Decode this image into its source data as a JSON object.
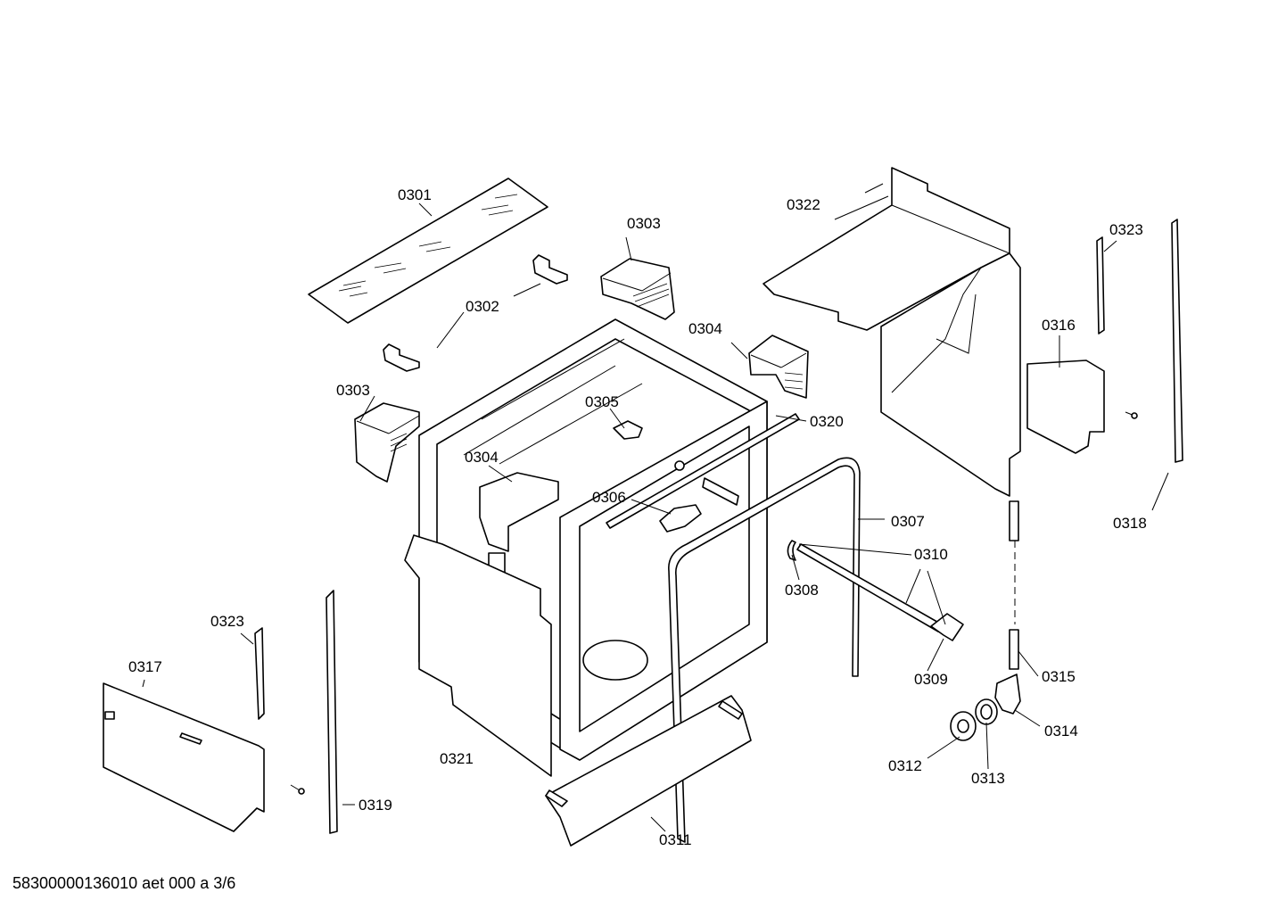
{
  "part_labels": {
    "p0301": "0301",
    "p0302": "0302",
    "p0303a": "0303",
    "p0303b": "0303",
    "p0304a": "0304",
    "p0304b": "0304",
    "p0305": "0305",
    "p0306": "0306",
    "p0307": "0307",
    "p0308": "0308",
    "p0309": "0309",
    "p0310": "0310",
    "p0311": "0311",
    "p0312": "0312",
    "p0313": "0313",
    "p0314": "0314",
    "p0315": "0315",
    "p0316": "0316",
    "p0317": "0317",
    "p0318": "0318",
    "p0319": "0319",
    "p0320": "0320",
    "p0321": "0321",
    "p0322": "0322",
    "p0323a": "0323",
    "p0323b": "0323"
  },
  "footer": {
    "code": "58300000136010 aet 000 a 3/6"
  }
}
